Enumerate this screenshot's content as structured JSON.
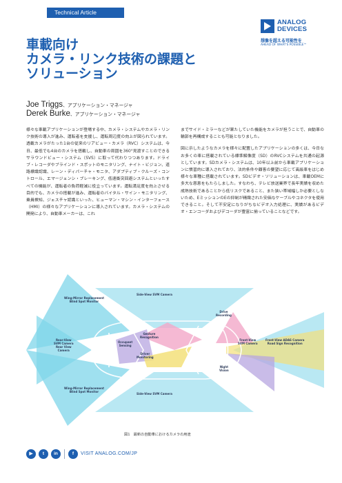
{
  "header": {
    "tag": "Technical Article",
    "logo_line1": "ANALOG",
    "logo_line2": "DEVICES",
    "tagline_jp": "想像を超える可能性を",
    "tagline_en": "AHEAD OF WHAT'S POSSIBLE™"
  },
  "title": {
    "line1": "車載向け",
    "line2": "カメラ・リンク技術の課題と",
    "line3": "ソリューション"
  },
  "authors": [
    {
      "name": "Joe Triggs",
      "role": "、アプリケーション・マネージャ"
    },
    {
      "name": "Derek Burke",
      "role": "、アプリケーション・マネージャ"
    }
  ],
  "body": {
    "col1_p1": "様々な車載アプリケーションが登場する中、カメラ・システムやカメラ・リンク技術の導入が進み、運転者を支援し、運転周辺度の向上が図られています。透載カメラがたった1台の従来のリアビュー・カメラ（RVC）システムは、今日、最低でも4台のカメラを搭載し、自動車の周囲を360°見渡すことのできるサラウンドビュー・システム（SVS）に取って代わりつつあります。ドライブ・レコーダやブラインド・スポットのモニタリング、ナイト・ビジョン、道路標識認識、レーン・ディパーチャ・モニタ、アダプティブ・クルーズ・コントロール、エマージェンシ・ブレーキング、低速衝突回避システムといったすべての機能が、運転者の負荷軽減に役立っています。運転満足度を向上させる目的でも、カメラの搭載が進み、運転者のバイタル・サイン・モニタリング、乗員検知、ジェスチャ認識といった、ヒューマン・マシン・インターフェース（HMI）の様々なアプリケーションに導入されています。カメラ・システムの開発により、自動車メーカーは、これ",
    "col2_p1": "までサイド・ミラーなどが果たしていた機能をカメラが担うことで、自動車の輪郭を再構成することも可能となりました。",
    "col2_p2": "図に示したようなカメラを様々に配置したアプリケーションの多くは、今日なお多くの車に搭載されている標準解像度（SD）のRVCシステムを共通の起源としています。SDカメラ・システムは、10年以上前から車載アプリケーションに慣習的に導入されており、法的条件や顧客の要望に応じて高級車をはじめ様々な車種に搭載されています。SDビデオ・ソリューションは、車載OEMに多大な恩恵をもたらしました。すなわち、テレビ放送業界で長年実績を収めた成熟技術であることから低リスクであること、また狭い帯域幅しか必要としないため、EミッションのEの抑制が精緻された安価なケーブルやコネクタを使用できること。そして不安定になりがちなビデオ入力処理に、実績があるビデオ・エンコーダおよびデコーダが豊富に揃っていることなどです。"
  },
  "figure": {
    "labels": {
      "wing_top": "Wing-Mirror Replacement\nBlind Spot Monitor",
      "side_top": "Side-View SVM Camera",
      "drive_rec": "Drive\nRecording",
      "gesture": "Gesture\nRecognition",
      "occupant": "Occupant\nSensing",
      "driver_mon": "Driver\nMonitoring",
      "rear": "Rear-View\nSVM Camera\nRear View\nCamera",
      "front_svm": "Front-View\nSVM Camera",
      "front_adas": "Front-View ADAS Camera\nRoad Sign Recognition",
      "night": "Night\nVision",
      "wing_bottom": "Wing-Mirror Replacement\nBlind Spot Monitor",
      "side_bottom": "Side-View SVM Camera"
    },
    "caption": "図1　最新の自動車におけるカメラの用途"
  },
  "footer": {
    "icons": [
      "youtube-icon",
      "twitter-icon",
      "linkedin-icon",
      "facebook-icon"
    ],
    "icon_glyphs": [
      "▶",
      "t",
      "in",
      "f"
    ],
    "visit": "VISIT ANALOG.COM/JP"
  },
  "colors": {
    "brand_blue": "#1e5fb0",
    "cone_cyan": "#7fd6ea",
    "cone_yellow": "#f3e07a",
    "cone_pink": "#f2a7c8",
    "cone_purple": "#b7a6e0"
  }
}
